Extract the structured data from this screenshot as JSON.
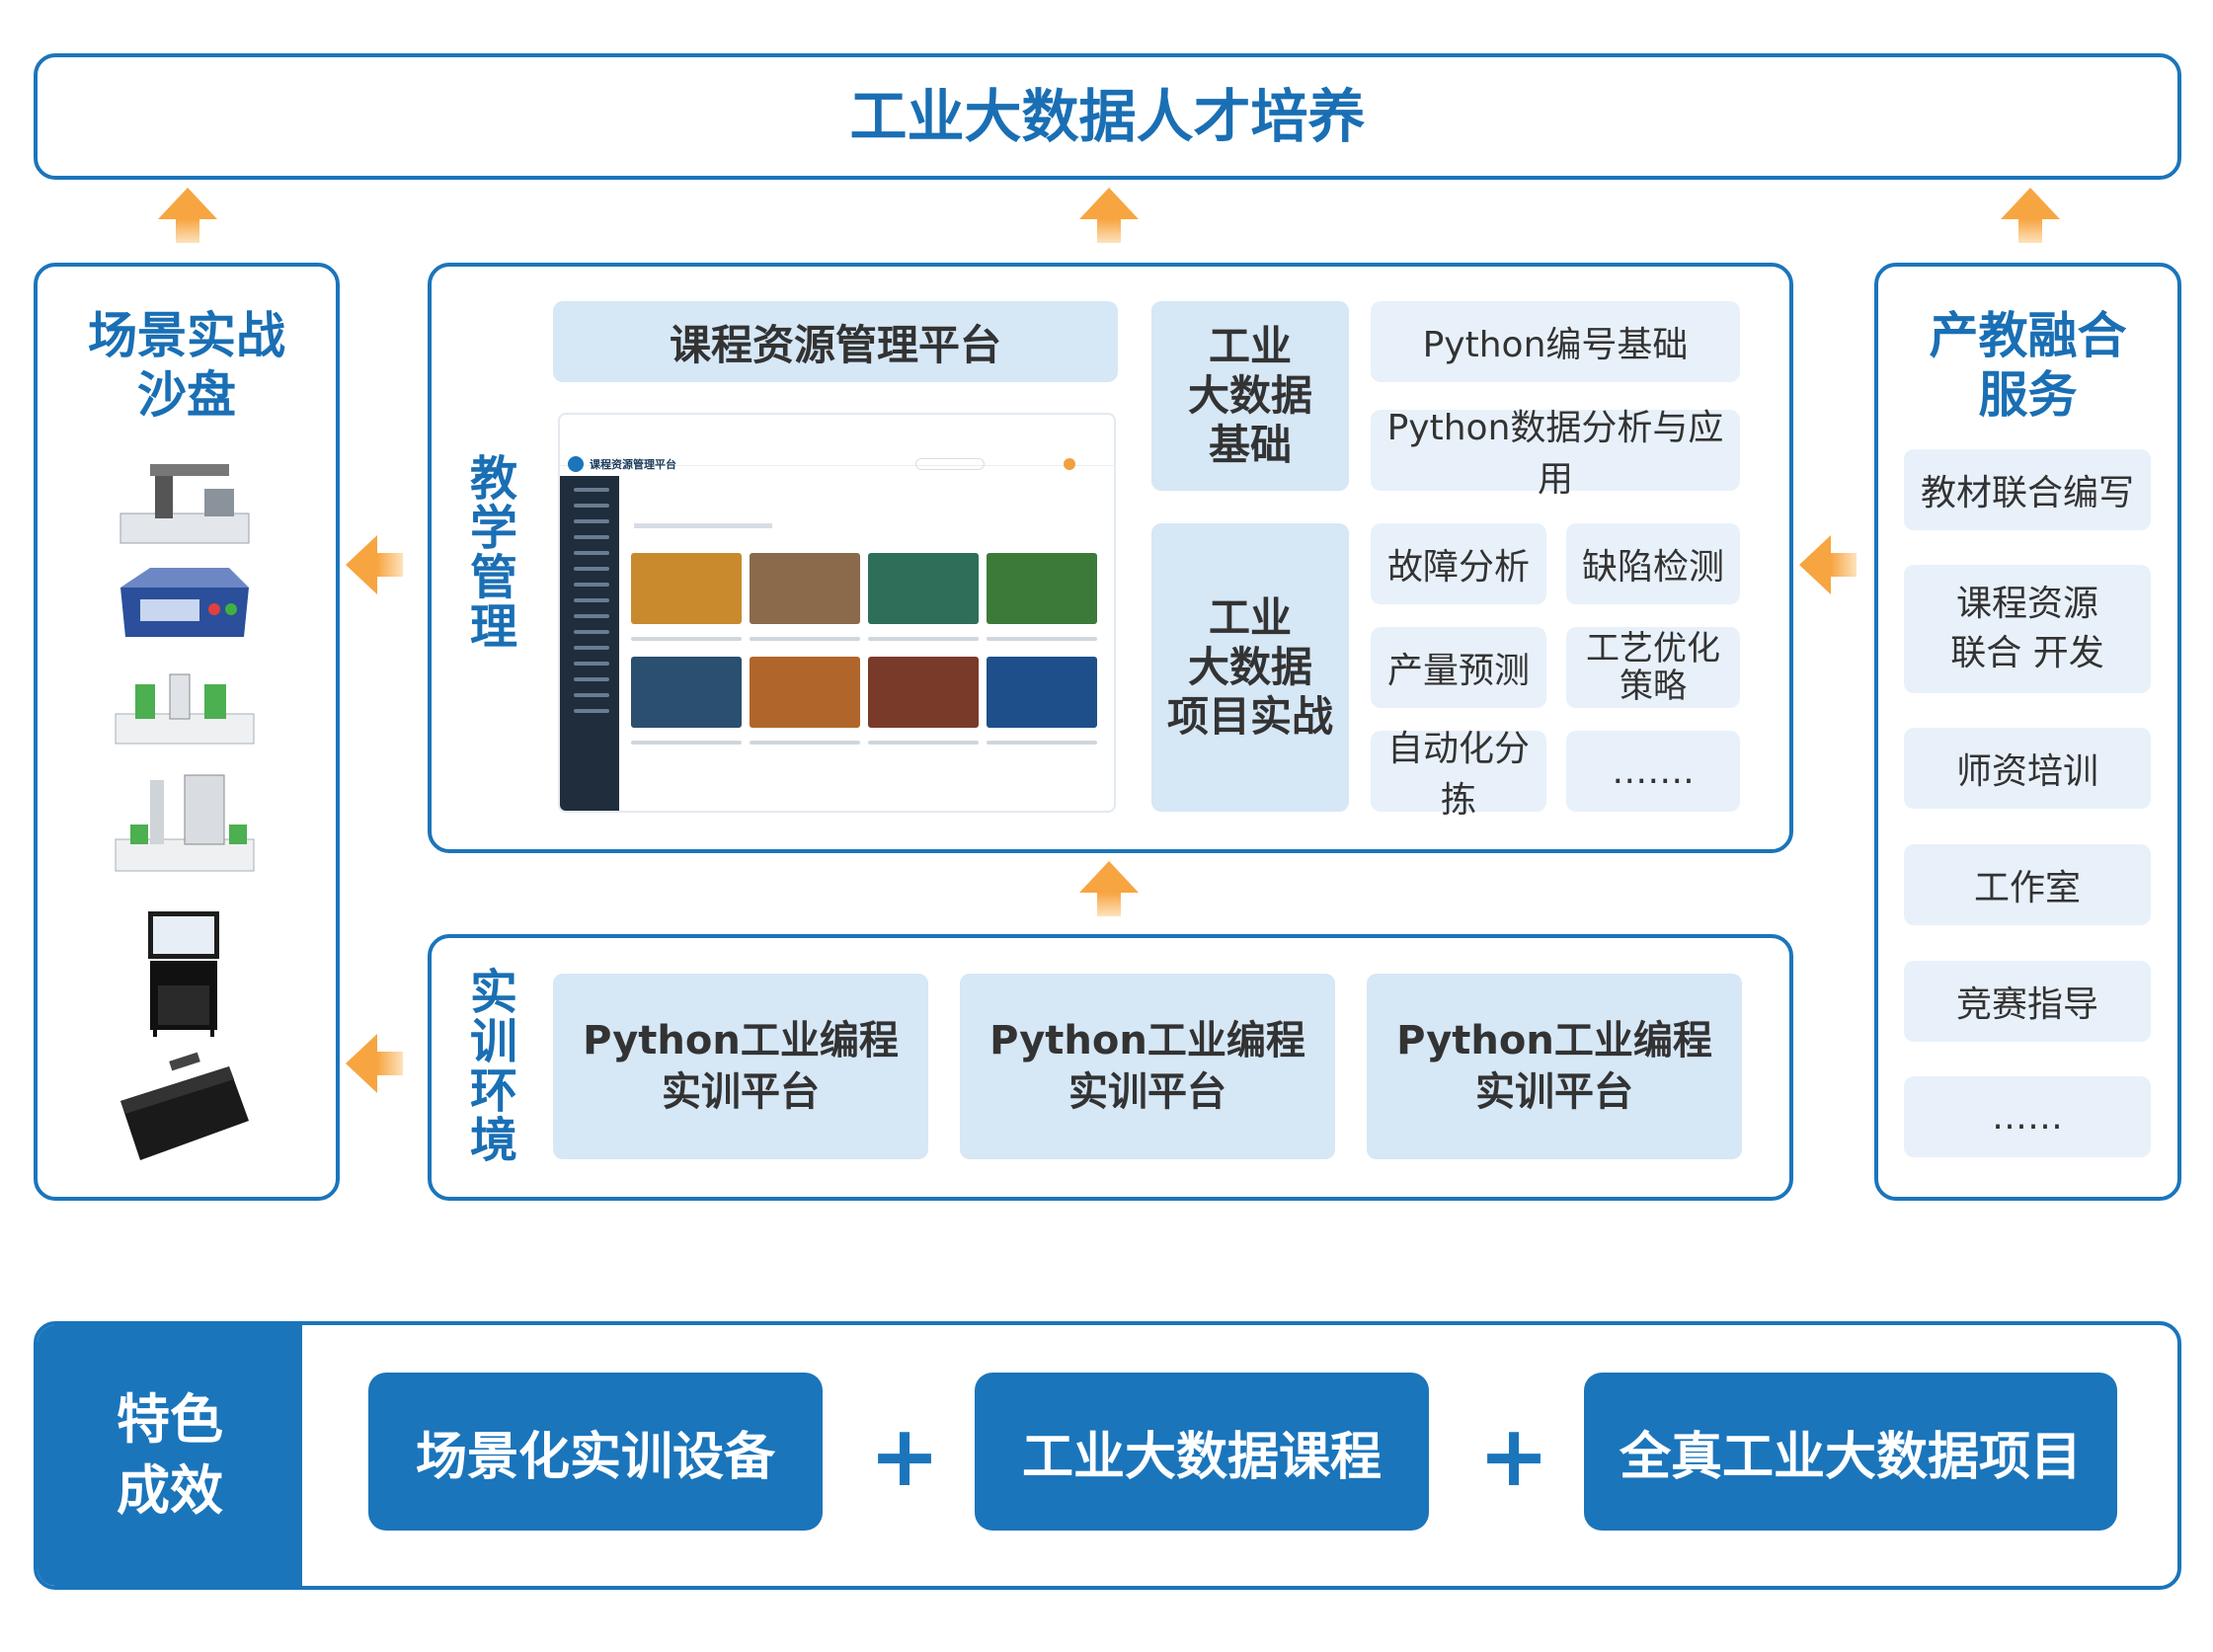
{
  "top_title": "工业大数据人才培养",
  "left_panel": {
    "title_line1": "场景实战",
    "title_line2": "沙盘"
  },
  "teaching": {
    "label": [
      "教",
      "学",
      "管",
      "理"
    ],
    "platform": "课程资源管理平台",
    "screenshot_title": "课程资源管理平台",
    "basics": {
      "title": [
        "工业",
        "大数据",
        "基础"
      ],
      "items": [
        "Python编号基础",
        "Python数据分析与应用"
      ]
    },
    "projects": {
      "title": [
        "工业",
        "大数据",
        "项目实战"
      ],
      "items": [
        "故障分析",
        "缺陷检测",
        "产量预测",
        "工艺优化",
        "策略",
        "自动化分拣",
        "……."
      ]
    }
  },
  "training": {
    "label": [
      "实",
      "训",
      "环",
      "境"
    ],
    "platforms": [
      {
        "line1": "Python工业编程",
        "line2": "实训平台"
      },
      {
        "line1": "Python工业编程",
        "line2": "实训平台"
      },
      {
        "line1": "Python工业编程",
        "line2": "实训平台"
      }
    ]
  },
  "right_panel": {
    "title_line1": "产教融合",
    "title_line2": "服务",
    "items": [
      "教材联合编写",
      "课程资源",
      "联合 开发",
      "师资培训",
      "工作室",
      "竞赛指导",
      "……"
    ]
  },
  "features": {
    "label_line1": "特色",
    "label_line2": "成效",
    "items": [
      "场景化实训设备",
      "工业大数据课程",
      "全真工业大数据项目"
    ],
    "plus": "+"
  },
  "colors": {
    "primary": "#1b75bb",
    "title_blue": "#1a6fb4",
    "box_blue": "#d6e7f6",
    "box_light": "#e8f1fa",
    "arrow": "#f7a541"
  }
}
